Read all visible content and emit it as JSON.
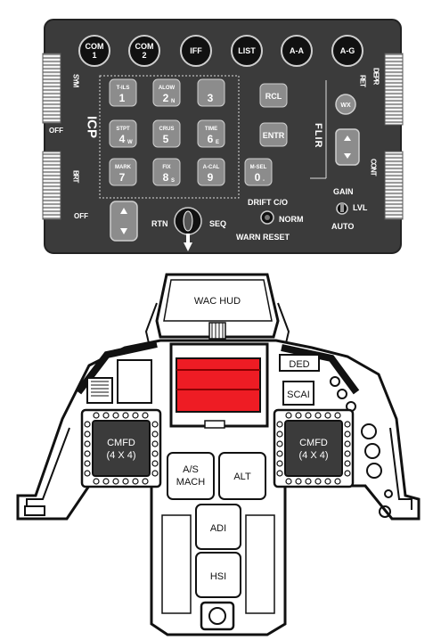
{
  "icp": {
    "top_buttons": [
      {
        "line1": "COM",
        "line2": "1"
      },
      {
        "line1": "COM",
        "line2": "2"
      },
      {
        "line1": "IFF",
        "line2": ""
      },
      {
        "line1": "LIST",
        "line2": ""
      },
      {
        "line1": "A-A",
        "line2": ""
      },
      {
        "line1": "A-G",
        "line2": ""
      }
    ],
    "keypad": [
      {
        "label": "T-ILS",
        "num": "1",
        "sub": ""
      },
      {
        "label": "ALOW",
        "num": "2",
        "sub": "N"
      },
      {
        "label": "",
        "num": "3",
        "sub": ""
      },
      {
        "label": "STPT",
        "num": "4",
        "sub": "W"
      },
      {
        "label": "CRUS",
        "num": "5",
        "sub": ""
      },
      {
        "label": "TIME",
        "num": "6",
        "sub": "E"
      },
      {
        "label": "MARK",
        "num": "7",
        "sub": ""
      },
      {
        "label": "FIX",
        "num": "8",
        "sub": "S"
      },
      {
        "label": "A-CAL",
        "num": "9",
        "sub": ""
      },
      {
        "label": "M-SEL",
        "num": "0",
        "sub": "-"
      }
    ],
    "rcl": "RCL",
    "entr": "ENTR",
    "wx": "WX",
    "sym_label": "SYM",
    "brt_label": "BRT",
    "off_top": "OFF",
    "off_bottom": "OFF",
    "icp_label": "ICP",
    "ret_label": "RET",
    "depr_label": "DEPR",
    "flir_label": "FLIR",
    "cont_label": "CONT",
    "gain": "GAIN",
    "lvl": "LVL",
    "auto": "AUTO",
    "rtn": "RTN",
    "seq": "SEQ",
    "drift": "DRIFT C/O",
    "norm": "NORM",
    "warn_reset": "WARN RESET"
  },
  "cockpit": {
    "wac_hud": "WAC HUD",
    "ded": "DED",
    "scai": "SCAI",
    "cmfd_left_1": "CMFD",
    "cmfd_left_2": "(4 X 4)",
    "cmfd_right_1": "CMFD",
    "cmfd_right_2": "(4 X 4)",
    "as_mach_1": "A/S",
    "as_mach_2": "MACH",
    "alt": "ALT",
    "adi": "ADI",
    "hsi": "HSI",
    "red_display_color": "#ee1c24",
    "panel_color": "#3b3b3b"
  }
}
